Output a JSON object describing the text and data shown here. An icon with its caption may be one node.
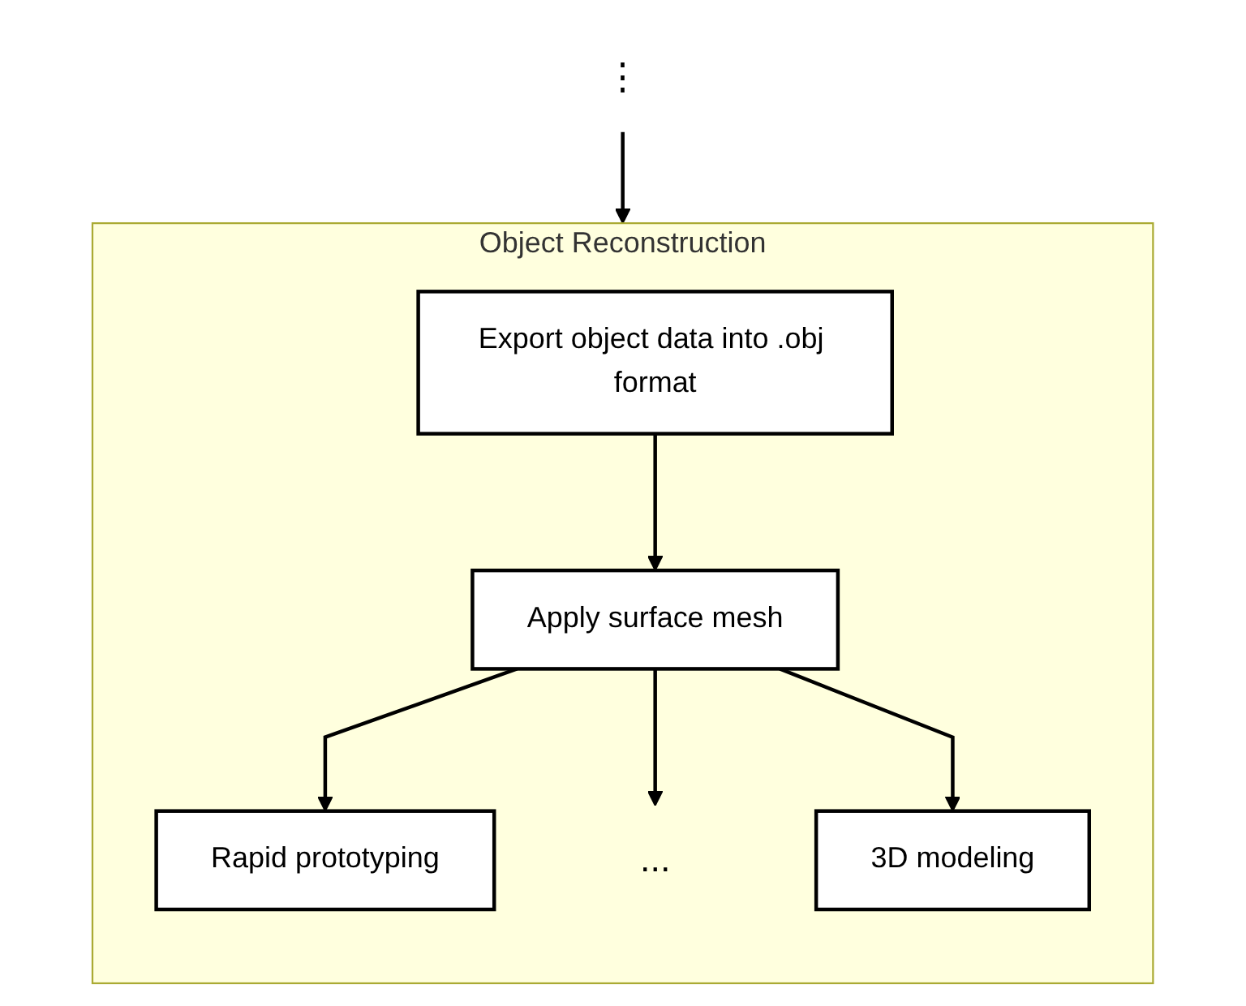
{
  "diagram": {
    "nodes": [
      {
        "text": [
          "⋮"
        ]
      },
      {
        "text": [
          "Object Reconstruction"
        ]
      },
      {
        "text": [
          "Export object data into .obj format"
        ],
        "in": 1
      },
      {
        "text": [
          "Apply surface mesh"
        ],
        "in": 1
      },
      {
        "text": [
          "Rapid prototyping"
        ],
        "in": 1
      },
      {
        "text": [
          "..."
        ],
        "in": 1
      },
      {
        "text": [
          "3D modeling"
        ],
        "in": 1
      }
    ],
    "edges": [
      {
        "from": 0,
        "to": 1,
        "arrow": "to"
      },
      {
        "from": 2,
        "to": 3,
        "arrow": "to"
      },
      {
        "from": 3,
        "to": 4,
        "arrow": "to"
      },
      {
        "from": 3,
        "to": 5,
        "arrow": "to"
      },
      {
        "from": 3,
        "to": 6,
        "arrow": "to"
      }
    ]
  }
}
